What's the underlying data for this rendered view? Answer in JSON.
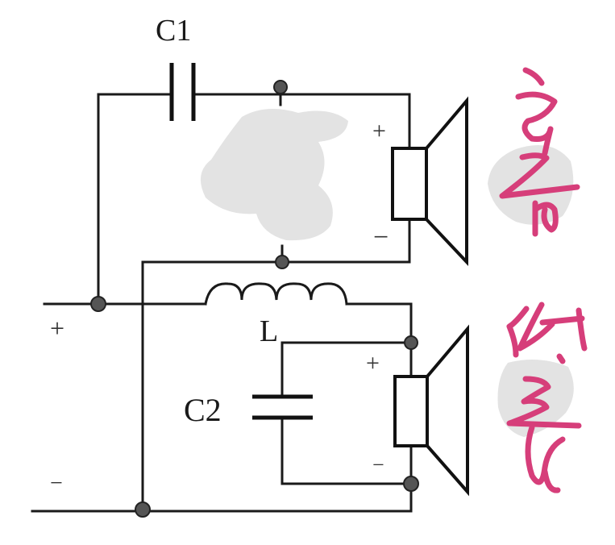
{
  "diagram": {
    "type": "two-way speaker crossover circuit",
    "colors": {
      "wire": "#1a1a1a",
      "node": "#555555",
      "annotation_ink": "#d63e7a",
      "redaction_smudge": "#e3e3e3"
    },
    "components": {
      "c1": {
        "label": "C1",
        "kind": "capacitor"
      },
      "c2": {
        "label": "C2",
        "kind": "capacitor"
      },
      "l1": {
        "label": "L",
        "kind": "inductor"
      },
      "tweeter": {
        "kind": "speaker",
        "plus": "+",
        "minus": "−"
      },
      "woofer": {
        "kind": "speaker",
        "plus": "+",
        "minus": "−"
      }
    },
    "input_terminals": {
      "plus": "+",
      "minus": "−"
    },
    "handwritten_annotations": {
      "top": "高音",
      "bottom": "低音"
    }
  }
}
